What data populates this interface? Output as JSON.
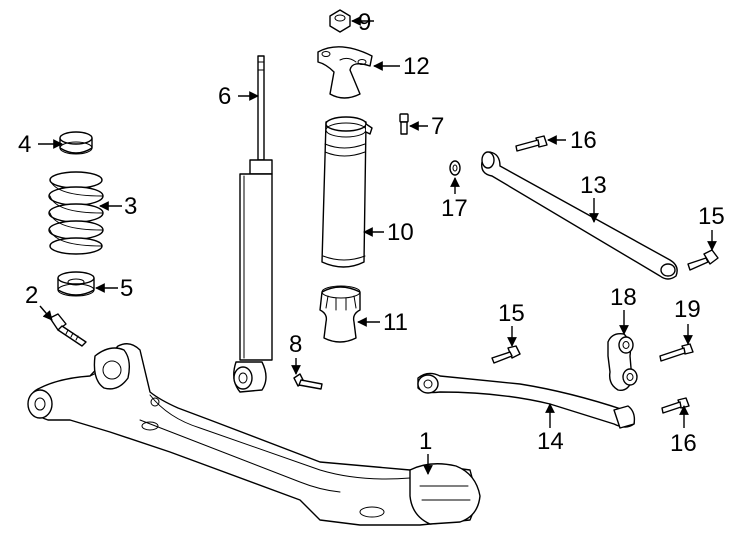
{
  "callouts": {
    "c1": "1",
    "c2": "2",
    "c3": "3",
    "c4": "4",
    "c5": "5",
    "c6": "6",
    "c7": "7",
    "c8": "8",
    "c9": "9",
    "c10": "10",
    "c11": "11",
    "c12": "12",
    "c13": "13",
    "c14": "14",
    "c15a": "15",
    "c15b": "15",
    "c16a": "16",
    "c16b": "16",
    "c17": "17",
    "c18": "18",
    "c19": "19"
  },
  "colors": {
    "ink": "#000000",
    "paper": "#ffffff"
  }
}
